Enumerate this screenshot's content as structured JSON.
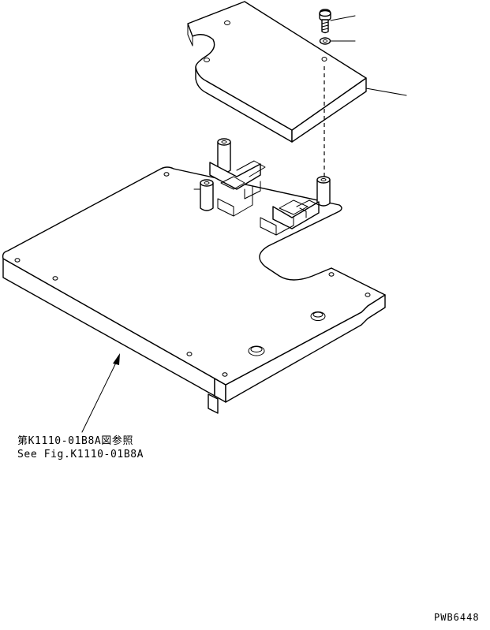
{
  "reference": {
    "japanese": "第K1110-01B8A図参照",
    "english": "See Fig.K1110-01B8A"
  },
  "drawing_code": "PWB6448",
  "colors": {
    "line": "#000000",
    "background": "#ffffff"
  }
}
